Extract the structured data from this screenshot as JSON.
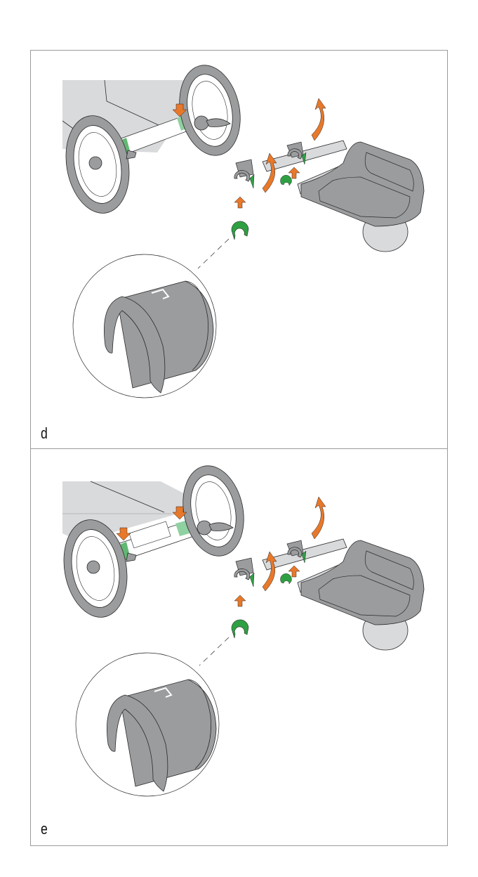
{
  "document": {
    "type": "assembly-instructions",
    "steps": [
      {
        "label": "d",
        "illustration": "remove-board-from-stroller-axle-single-clip-position",
        "icons": [
          "down-arrow-icon",
          "up-arrow-icon",
          "rotate-arrow-icon",
          "clip-icon",
          "magnifier-inset"
        ]
      },
      {
        "label": "e",
        "illustration": "remove-board-from-stroller-axle-double-clip-position",
        "icons": [
          "down-arrow-icon",
          "up-arrow-icon",
          "rotate-arrow-icon",
          "clip-icon",
          "magnifier-inset"
        ]
      }
    ]
  },
  "colors": {
    "frame": "#9a9a9a",
    "part_gray": "#9b9c9e",
    "body_gray": "#d9dadc",
    "arrow_orange": "#e8782a",
    "clip_green": "#2ea043",
    "clip_green_light": "#8fd1a0",
    "outline": "#2a2a2a"
  }
}
